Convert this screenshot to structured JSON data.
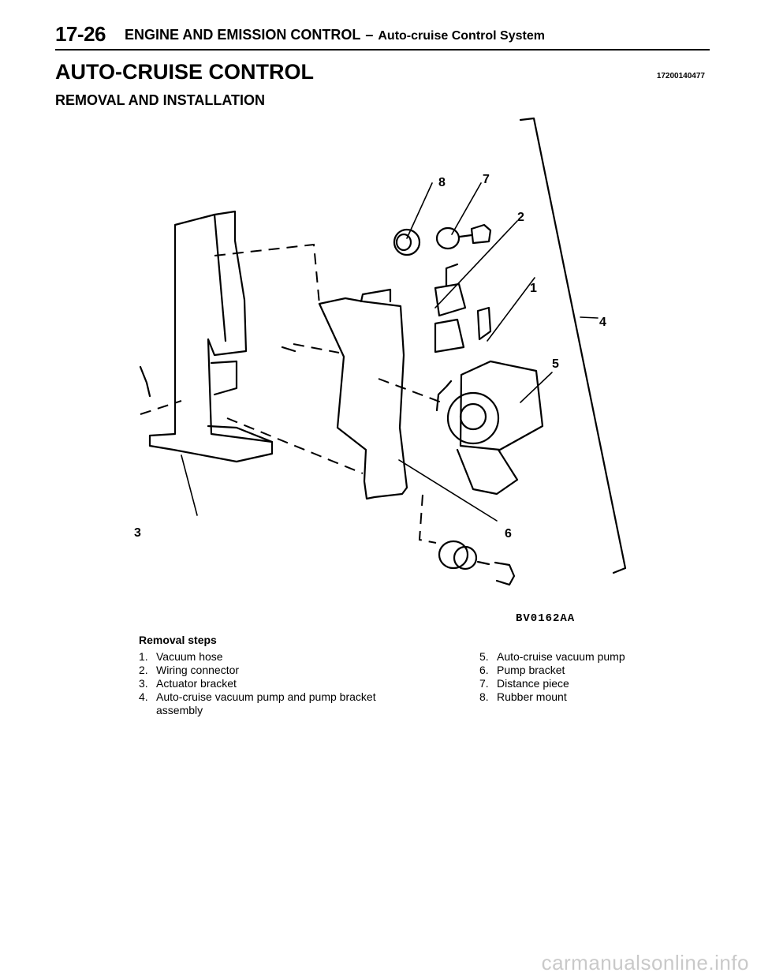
{
  "header": {
    "page_number": "17-26",
    "section": "ENGINE AND EMISSION CONTROL",
    "separator": "–",
    "subsection": "Auto-cruise Control System"
  },
  "title": "AUTO-CRUISE CONTROL",
  "doc_code": "17200140477",
  "subtitle": "REMOVAL AND INSTALLATION",
  "figure": {
    "code": "BV0162AA",
    "callouts": [
      "1",
      "2",
      "3",
      "4",
      "5",
      "6",
      "7",
      "8"
    ]
  },
  "removal_steps": {
    "heading": "Removal steps",
    "left": [
      {
        "num": "1.",
        "text": "Vacuum hose"
      },
      {
        "num": "2.",
        "text": "Wiring connector"
      },
      {
        "num": "3.",
        "text": "Actuator bracket"
      },
      {
        "num": "4.",
        "text": "Auto-cruise vacuum pump and pump bracket assembly"
      }
    ],
    "right": [
      {
        "num": "5.",
        "text": "Auto-cruise vacuum pump"
      },
      {
        "num": "6.",
        "text": "Pump bracket"
      },
      {
        "num": "7.",
        "text": "Distance piece"
      },
      {
        "num": "8.",
        "text": "Rubber mount"
      }
    ]
  },
  "watermark": "carmanualsonline.info"
}
